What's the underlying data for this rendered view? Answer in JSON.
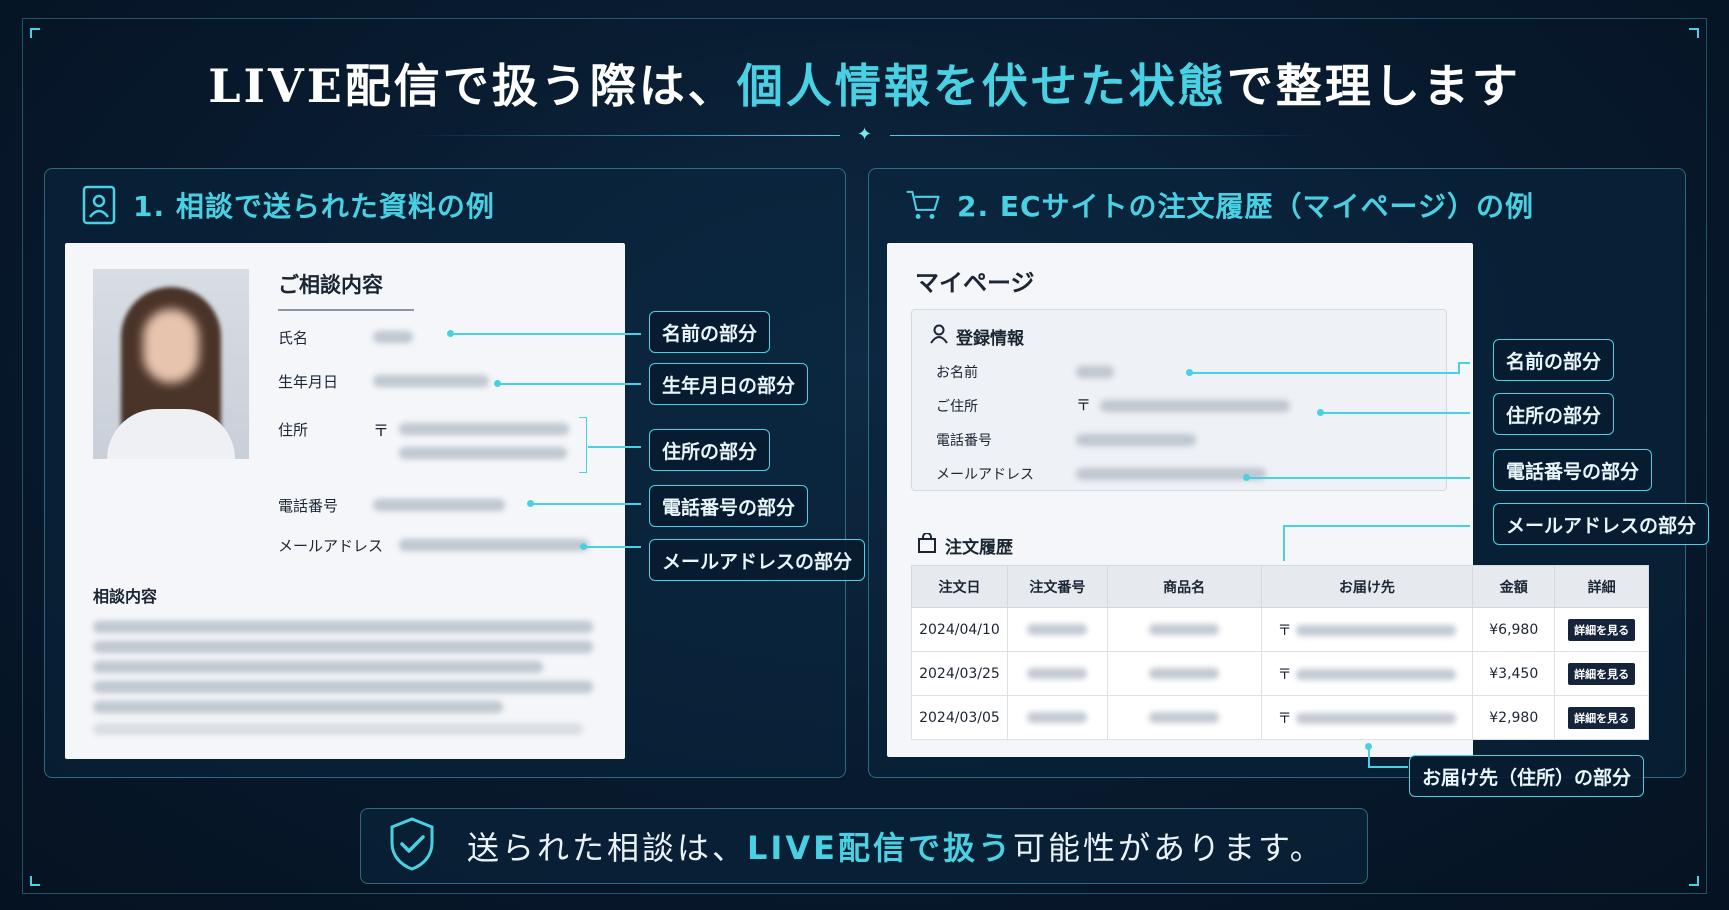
{
  "header": {
    "title_pre": "LIVE配信で扱う際は、",
    "title_highlight": "個人情報を伏せた状態",
    "title_post": "で整理します"
  },
  "left_panel": {
    "heading": "1. 相談で送られた資料の例",
    "doc": {
      "title": "ご相談内容",
      "labels": {
        "name": "氏名",
        "birthday": "生年月日",
        "address": "住所",
        "phone": "電話番号",
        "email": "メールアドレス"
      },
      "postal_mark": "〒",
      "consult_section": "相談内容"
    },
    "callouts": {
      "name": "名前の部分",
      "birthday": "生年月日の部分",
      "address": "住所の部分",
      "phone": "電話番号の部分",
      "email": "メールアドレスの部分"
    }
  },
  "right_panel": {
    "heading": "2. ECサイトの注文履歴（マイページ）の例",
    "mypage": {
      "title": "マイページ",
      "registration_title": "登録情報",
      "labels": {
        "name": "お名前",
        "address": "ご住所",
        "phone": "電話番号",
        "email": "メールアドレス"
      },
      "postal_mark": "〒",
      "order_title": "注文履歴",
      "table": {
        "columns": [
          "注文日",
          "注文番号",
          "商品名",
          "お届け先",
          "金額",
          "詳細"
        ],
        "rows": [
          {
            "date": "2024/04/10",
            "amount": "¥6,980",
            "detail": "詳細を見る"
          },
          {
            "date": "2024/03/25",
            "amount": "¥3,450",
            "detail": "詳細を見る"
          },
          {
            "date": "2024/03/05",
            "amount": "¥2,980",
            "detail": "詳細を見る"
          }
        ]
      }
    },
    "callouts": {
      "name": "名前の部分",
      "address": "住所の部分",
      "phone": "電話番号の部分",
      "email": "メールアドレスの部分",
      "delivery": "お届け先（住所）の部分"
    }
  },
  "footer": {
    "text_pre": "送られた相談は、",
    "text_highlight": "LIVE配信で扱う",
    "text_post": "可能性があります。"
  },
  "colors": {
    "accent": "#49d1e3",
    "background": "#081a2e",
    "card": "#f4f6f9"
  }
}
